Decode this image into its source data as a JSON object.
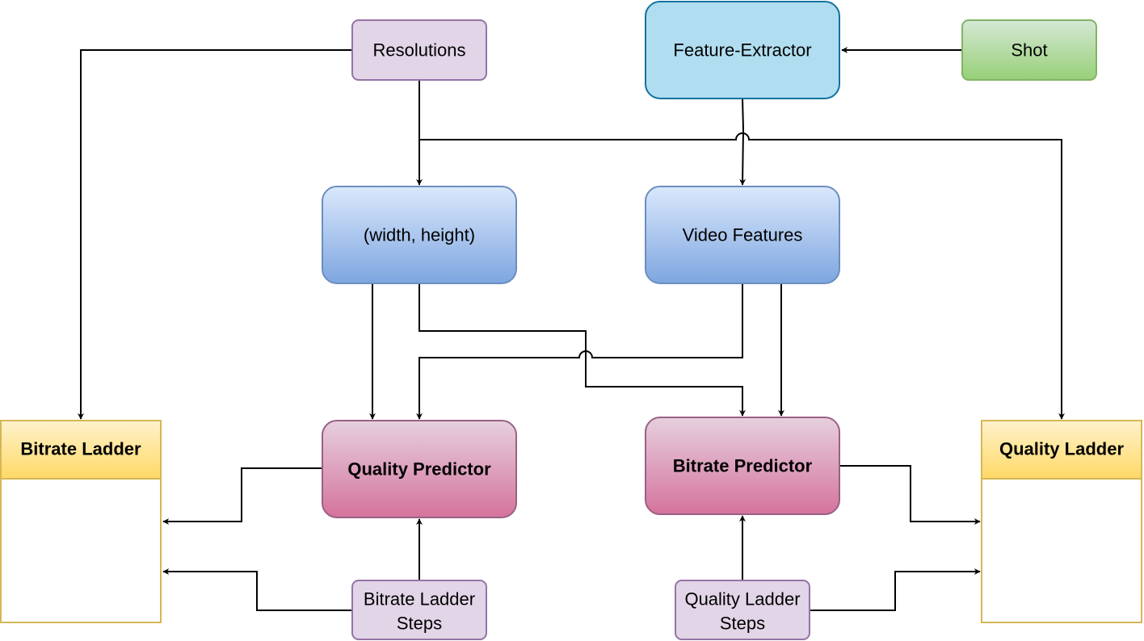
{
  "nodes": {
    "resolutions": {
      "label": "Resolutions"
    },
    "feature_extractor": {
      "label": "Feature-Extractor"
    },
    "shot": {
      "label": "Shot"
    },
    "width_height": {
      "label": "(width, height)"
    },
    "video_features": {
      "label": "Video Features"
    },
    "bitrate_ladder": {
      "label": "Bitrate Ladder"
    },
    "quality_predictor": {
      "label": "Quality Predictor"
    },
    "bitrate_predictor": {
      "label": "Bitrate Predictor"
    },
    "quality_ladder": {
      "label": "Quality Ladder"
    },
    "bitrate_ladder_steps": {
      "line1": "Bitrate Ladder",
      "line2": "Steps"
    },
    "quality_ladder_steps": {
      "line1": "Quality Ladder",
      "line2": "Steps"
    }
  },
  "colors": {
    "lilac_fill": "#e1d5e7",
    "lilac_stroke": "#9673a6",
    "cyan_fill": "#b1ddf0",
    "cyan_stroke": "#10739e",
    "green_top": "#d5e8d4",
    "green_bottom": "#97d077",
    "green_stroke": "#82b366",
    "blue_top": "#dae8fc",
    "blue_bottom": "#7ea6e0",
    "blue_stroke": "#6c8ebf",
    "pink_top": "#e6d0de",
    "pink_bottom": "#d5739d",
    "pink_stroke": "#996185",
    "yellow_top": "#fff2cc",
    "yellow_bottom": "#ffd966",
    "yellow_stroke": "#d6b656"
  }
}
